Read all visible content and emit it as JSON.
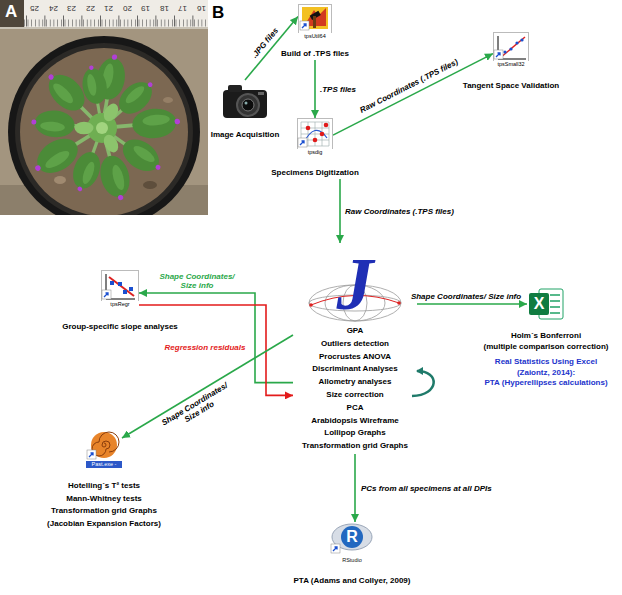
{
  "diagram": {
    "nodes": [
      {
        "text": [
          "Image Acquisition"
        ]
      },
      {
        "text": [
          "tpsUtil64",
          "Build of .TPS files"
        ]
      },
      {
        "text": [
          "tpsdig",
          "Specimens Digitization"
        ]
      },
      {
        "text": [
          "tpsSmall32",
          "Tangent Space Validation"
        ]
      },
      {
        "text": [
          "J",
          "GPA",
          "Outliers detection",
          "Procrustes ANOVA",
          "Discriminant Analyses",
          "Allometry analyses",
          "Size correction",
          "PCA",
          "Arabidopsis Wireframe",
          "Lollipop Graphs",
          "Transformation grid Graphs"
        ]
      },
      {
        "text": [
          "X",
          "Holm´s Bonferroni",
          "(multiple comparison correction)",
          "Real Statistics Using Excel",
          "(Zaiontz, 2014):",
          "PTA (Hyperellipses calculations)"
        ]
      },
      {
        "text": [
          "tpsRegr",
          "Group-specific slope analyses"
        ]
      },
      {
        "text": [
          "Past.exe -",
          "Hotelling´s T² tests",
          "Mann-Whitney tests",
          "Transformation grid Graphs",
          "(Jacobian Expansion Factors)"
        ]
      },
      {
        "text": [
          "R",
          "RStudio",
          "PTA (Adams and Collyer, 2009)"
        ]
      }
    ],
    "edges": [
      {
        "from": 0,
        "to": 1,
        "label": ".JPG files",
        "arrow": "to"
      },
      {
        "from": 1,
        "to": 2,
        "label": ".TPS files",
        "arrow": "to"
      },
      {
        "from": 2,
        "to": 3,
        "label": "Raw Coordinates (.TPS files)",
        "arrow": "to"
      },
      {
        "from": 2,
        "to": 4,
        "label": "Raw Coordinates (.TPS files)",
        "arrow": "to"
      },
      {
        "from": 4,
        "to": 5,
        "label": "Shape Coordinates/ Size info",
        "arrow": "to"
      },
      {
        "from": 4,
        "to": 6,
        "label": "Shape Coordinates/ Size info",
        "arrow": "to"
      },
      {
        "from": 6,
        "to": 4,
        "label": "Regression residuals",
        "arrow": "to"
      },
      {
        "from": 4,
        "to": 7,
        "label": "Shape Coordinates/ Size info",
        "arrow": "to"
      },
      {
        "from": 4,
        "to": 8,
        "label": "PCs from all specimens at all DPIs",
        "arrow": "to"
      }
    ],
    "labels": [
      "A",
      "B",
      "25",
      "24",
      "23",
      "22",
      "21",
      "20",
      "19",
      "18",
      "17",
      "16"
    ]
  }
}
